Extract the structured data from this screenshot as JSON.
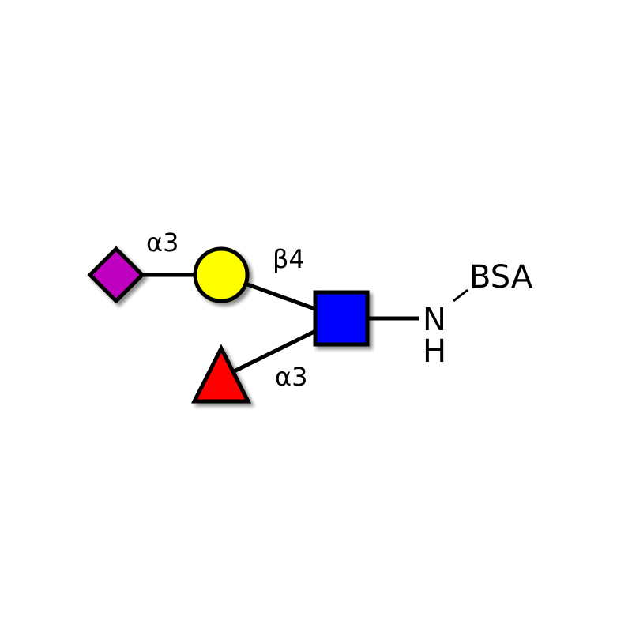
{
  "residues": {
    "neu5ac": {
      "shape": "diamond",
      "color": "#c000c0"
    },
    "gal": {
      "shape": "circle",
      "color": "#ffff00"
    },
    "glcnac": {
      "shape": "square",
      "color": "#0000ff"
    },
    "fuc": {
      "shape": "triangle",
      "color": "#ff0000"
    }
  },
  "linkages": {
    "neu5ac_gal": "α3",
    "gal_glcnac": "β4",
    "fuc_glcnac": "α3"
  },
  "aglycone": {
    "nitrogen": "N",
    "hydrogen": "H",
    "carrier": "BSA"
  }
}
